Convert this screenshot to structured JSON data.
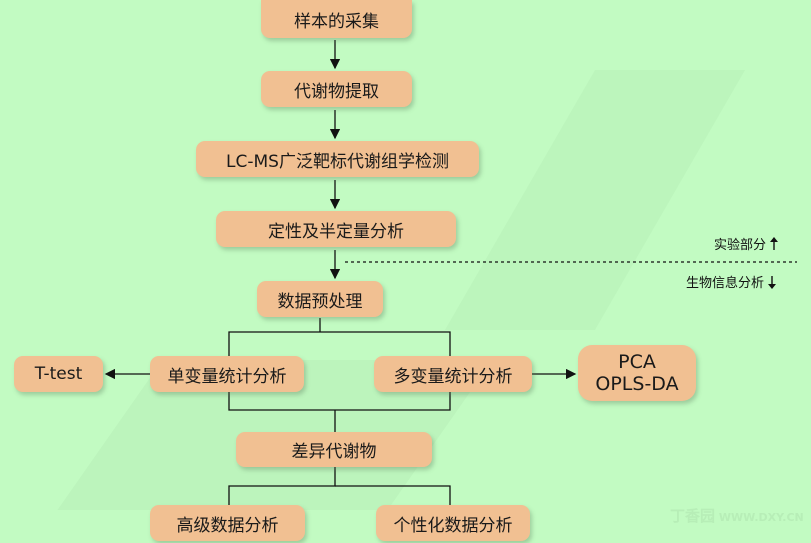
{
  "nodes": {
    "sample_collection": "样本的采集",
    "metabolite_extraction": "代谢物提取",
    "lcms_detection": "LC-MS广泛靶标代谢组学检测",
    "quantitative_analysis": "定性及半定量分析",
    "preprocessing": "数据预处理",
    "univariate": "单变量统计分析",
    "multivariate": "多变量统计分析",
    "ttest": "T-test",
    "pca": "PCA",
    "oplsda": "OPLS-DA",
    "diff_metabolites": "差异代谢物",
    "advanced_analysis": "高级数据分析",
    "personalized_analysis": "个性化数据分析"
  },
  "sections": {
    "experiment": "实验部分",
    "bioinfo": "生物信息分析"
  },
  "watermark": {
    "brand": "丁香园",
    "url": "WWW.DXY.CN"
  },
  "colors": {
    "background": "#c2fbc2",
    "node_fill": "#f1c092",
    "watermark": "#a9e9a9"
  }
}
